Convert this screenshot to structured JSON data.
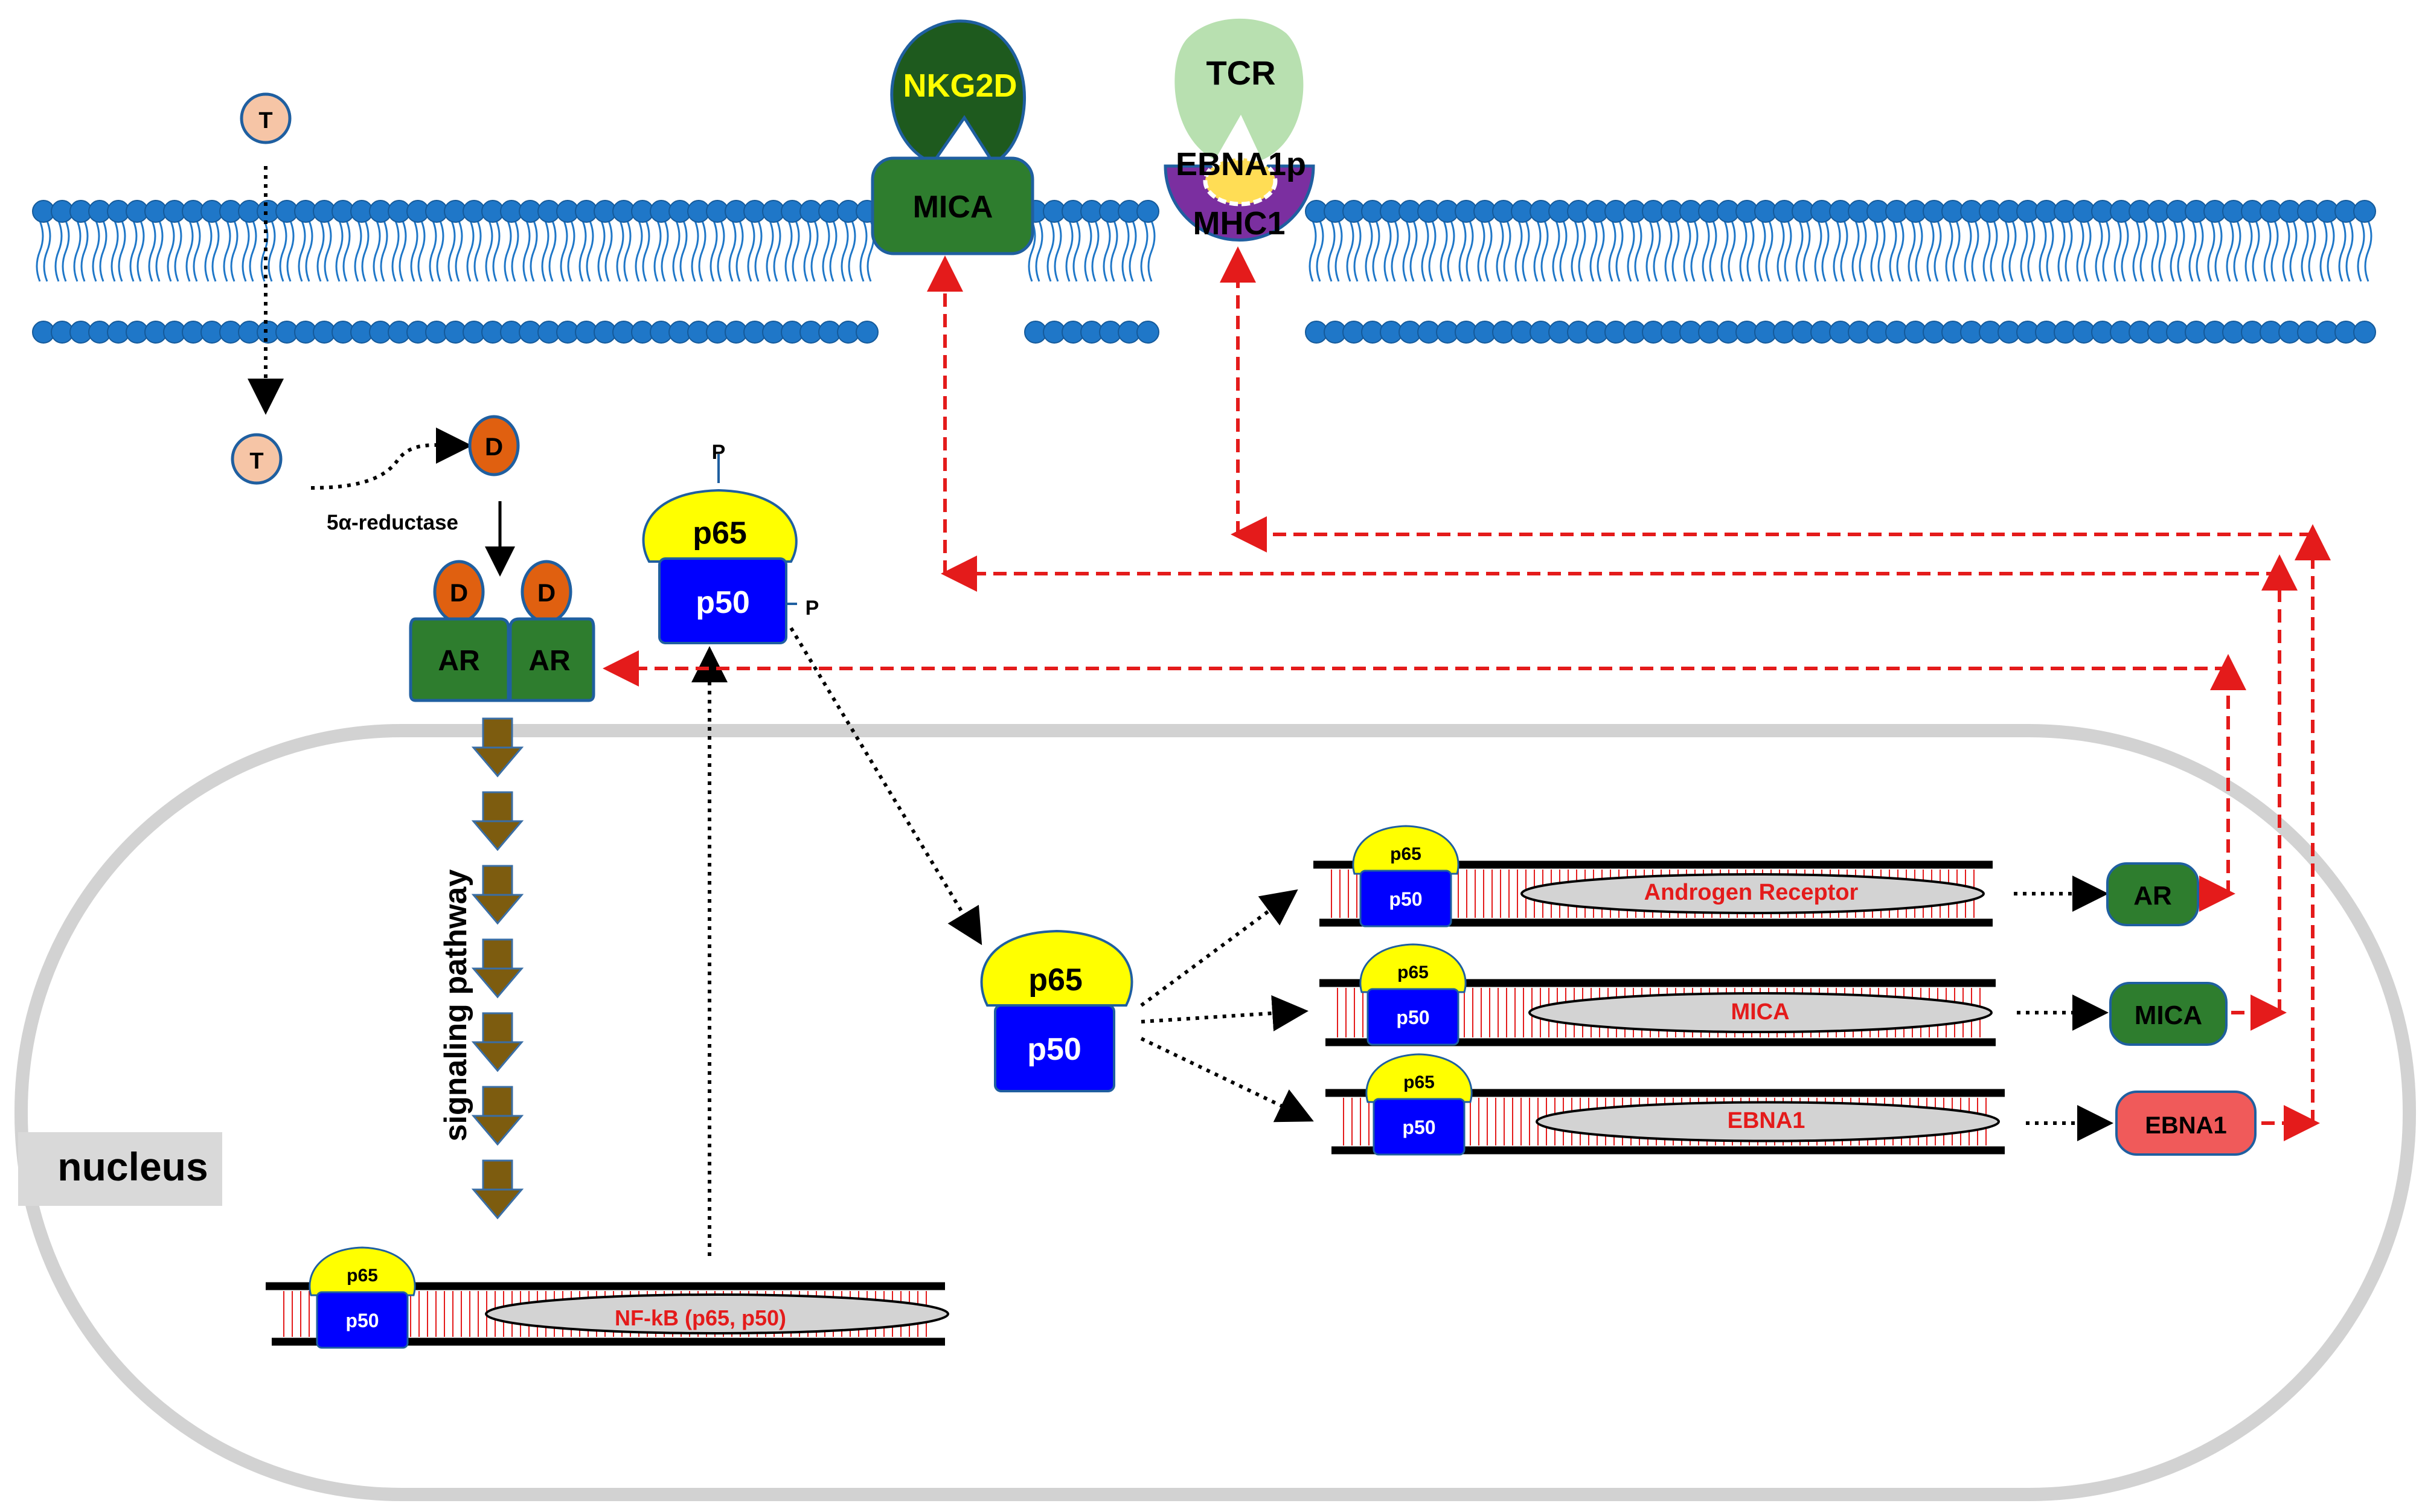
{
  "membrane": {
    "molecules": {
      "testosterone_outside": "T",
      "mica_receptor": "MICA",
      "nkg2d": "NKG2D",
      "tcr": "TCR",
      "ebna1_peptide": "EBNA1p",
      "mhc1": "MHC1"
    }
  },
  "cytoplasm": {
    "testosterone_inside": "T",
    "dht_label": "D",
    "enzyme_label": "5α-reductase",
    "ar_label": "AR",
    "p65_label": "p65",
    "p50_label": "p50",
    "phospho_label": "P",
    "pathway_label": "signaling pathway"
  },
  "nucleus": {
    "label": "nucleus",
    "nfkb_gene": "NF-kB (p65, p50)",
    "complex_p65": "p65",
    "complex_p50": "p50",
    "genes": [
      {
        "gene": "Androgen Receptor",
        "product": "AR",
        "product_color": "#2e7d2e"
      },
      {
        "gene": "MICA",
        "product": "MICA",
        "product_color": "#2e7d2e"
      },
      {
        "gene": "EBNA1",
        "product": "EBNA1",
        "product_color": "#f05a5a"
      }
    ]
  },
  "colors": {
    "membrane": "#1f77c8",
    "ar_green": "#2e7d2e",
    "dark_green": "#1e5a1e",
    "dht_orange": "#e06010",
    "testosterone_peach": "#f6c5a6",
    "p65_yellow": "#ffff00",
    "p50_blue": "#0000ff",
    "feedback_red": "#e41b1b",
    "signal_arrow": "#7d5c0f",
    "nucleus_border": "#d2d2d2"
  }
}
